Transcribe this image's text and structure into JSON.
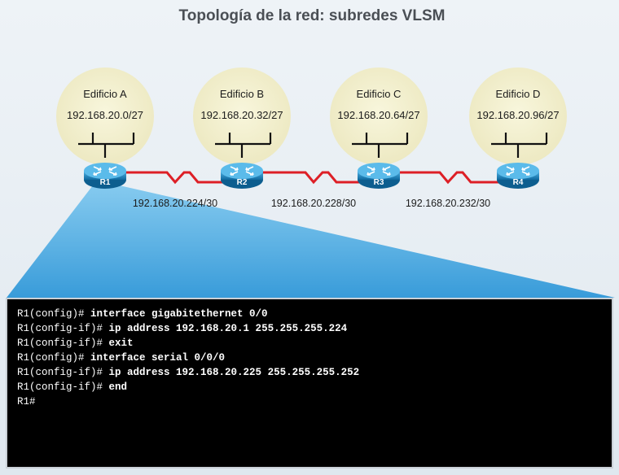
{
  "title": "Topología de la red: subredes VLSM",
  "buildings": [
    {
      "name": "Edificio A",
      "network": "192.168.20.0/27",
      "router": "R1"
    },
    {
      "name": "Edificio B",
      "network": "192.168.20.32/27",
      "router": "R2"
    },
    {
      "name": "Edificio C",
      "network": "192.168.20.64/27",
      "router": "R3"
    },
    {
      "name": "Edificio D",
      "network": "192.168.20.96/27",
      "router": "R4"
    }
  ],
  "serial_links": [
    {
      "network": "192.168.20.224/30"
    },
    {
      "network": "192.168.20.228/30"
    },
    {
      "network": "192.168.20.232/30"
    }
  ],
  "colors": {
    "building_circle": "#f3f0cf",
    "serial_link": "#dd1f26",
    "router_body": "#1c7fb6",
    "terminal_bg": "#000000",
    "callout": "#3fa6de"
  },
  "terminal": {
    "lines": [
      {
        "prompt": "R1(config)#",
        "command": " interface gigabitethernet 0/0"
      },
      {
        "prompt": "R1(config-if)#",
        "command": " ip address 192.168.20.1 255.255.255.224"
      },
      {
        "prompt": "R1(config-if)#",
        "command": " exit"
      },
      {
        "prompt": "R1(config)#",
        "command": " interface serial 0/0/0"
      },
      {
        "prompt": "R1(config-if)#",
        "command": " ip address 192.168.20.225 255.255.255.252"
      },
      {
        "prompt": "R1(config-if)#",
        "command": " end"
      },
      {
        "prompt": "R1#",
        "command": ""
      }
    ]
  }
}
